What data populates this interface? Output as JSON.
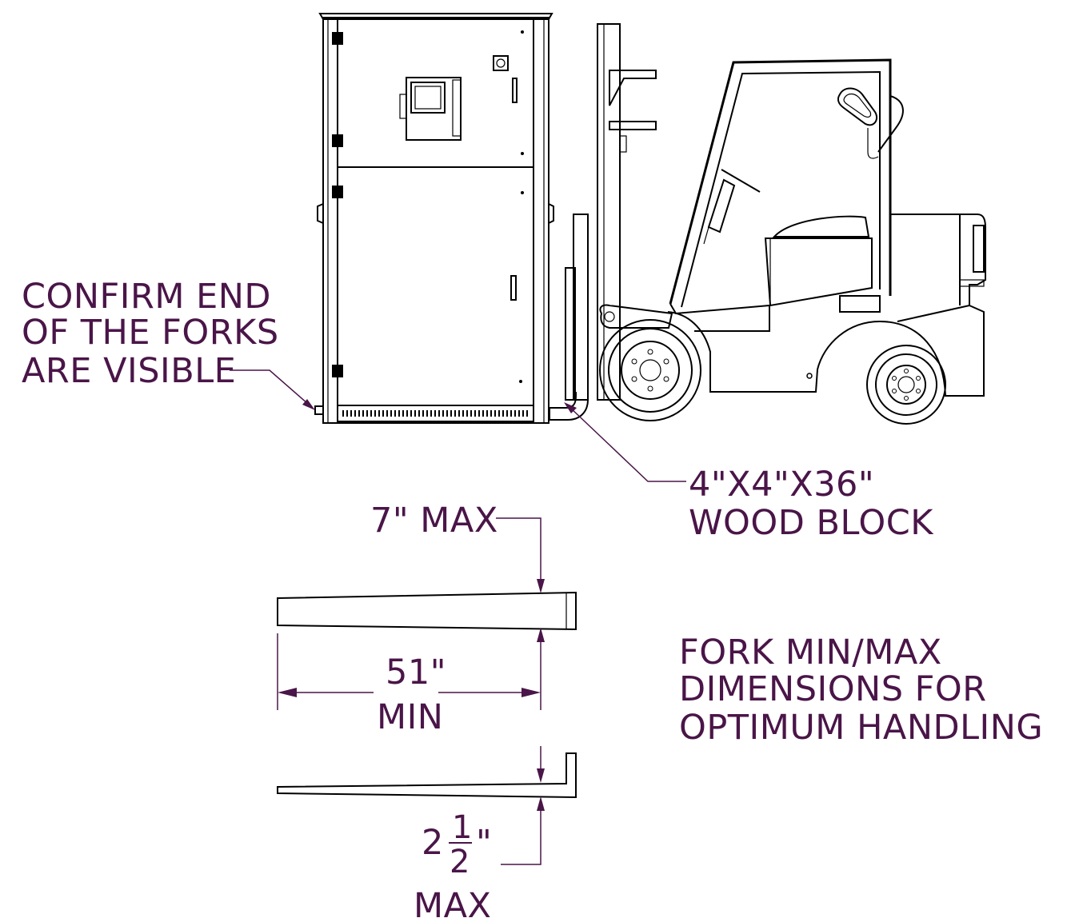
{
  "labels": {
    "confirm_forks": [
      "CONFIRM END",
      "OF THE FORKS",
      "ARE VISIBLE"
    ],
    "wood_block": [
      "4\"X4\"X36\"",
      "WOOD BLOCK"
    ],
    "max_top": "7\" MAX",
    "length_value": "51\"",
    "length_note": "MIN",
    "fork_dims": [
      "FORK MIN/MAX",
      "DIMENSIONS FOR",
      "OPTIMUM HANDLING"
    ],
    "thickness_whole": "2",
    "thickness_num": "1",
    "thickness_den": "2",
    "thickness_unit": "\"",
    "thickness_note": "MAX"
  },
  "colors": {
    "annotation": "#4a1548",
    "linework": "#000000"
  },
  "icons": [
    "forklift-drawing",
    "cabinet-drawing",
    "fork-profile-drawing"
  ]
}
